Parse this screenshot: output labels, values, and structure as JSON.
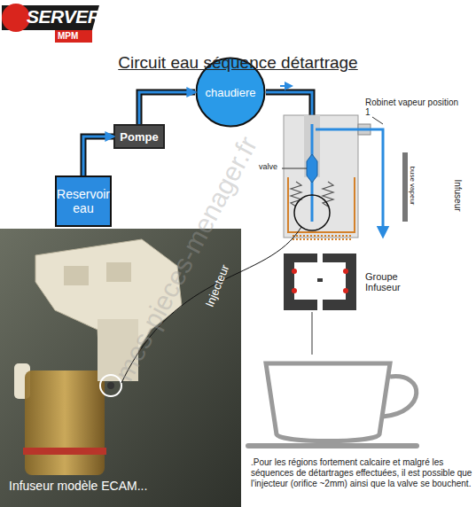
{
  "diagram": {
    "title": "Circuit eau séquence détartrage",
    "caption": ".Pour les régions fortement calcaire et malgré les séquences de détartrages effectuées, il est possible que l'injecteur (orifice ~2mm) ainsi que la valve se bouchent.",
    "nodes": [
      {
        "text": [
          "Reservoir eau"
        ]
      },
      {
        "text": [
          "Pompe"
        ]
      },
      {
        "text": [
          "chaudiere"
        ]
      },
      {
        "text": [
          "Groupe Infuseur"
        ]
      }
    ],
    "edges": [
      {
        "from": 0,
        "to": 1,
        "arrow": "to"
      },
      {
        "from": 1,
        "to": 2,
        "arrow": "to"
      }
    ],
    "labels": [
      "SERVERO",
      "MPM",
      "Robinet vapeur position 1",
      "buse vapeur",
      "valve",
      "Infuseur",
      "Injecteur",
      "Infuseur modèle ECAM...",
      "mes-pieces-menager.fr"
    ]
  }
}
